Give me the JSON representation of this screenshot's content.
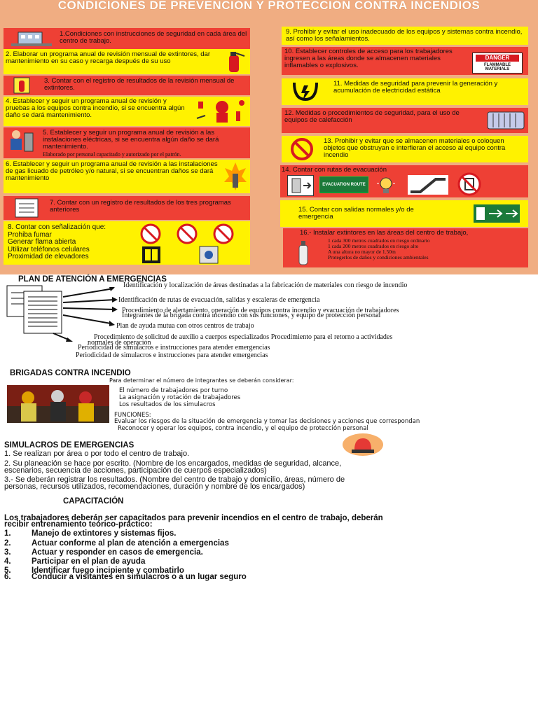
{
  "poster": {
    "title": "CONDICIONES DE PREVENCIÓN Y PROTECCIÓN CONTRA INCENDIOS",
    "left": [
      {
        "text": "1.Condiciones con instrucciones de seguridad en cada área del centro de trabajo."
      },
      {
        "text": "2. Elaborar un programa anual de revisión mensual de extintores, dar mantenimiento en su caso y recarga después de su uso"
      },
      {
        "text": "3. Contar con el registro de resultados de la revisión mensual de extintores."
      },
      {
        "text": "4. Establecer y seguir un programa anual de revisión y pruebas a los equipos contra incendio, si se encuentra algún daño se dará mantenimiento."
      },
      {
        "text": "5. Establecer y seguir un programa anual de revisión a las instalaciones eléctricas, si se encuentra algún daño se dará mantenimiento.",
        "note": "Elaborado por personal capacitado y autorizado por el patrón."
      },
      {
        "text": "6. Establecer y seguir un programa anual de revisión a las instalaciones de gas licuado de petróleo y/o natural, si se encuentran daños se dará mantenimiento"
      },
      {
        "text": "7. Contar con un registro de resultados de los tres programas anteriores"
      },
      {
        "lines": [
          "8. Contar con señalización que:",
          "Prohiba fumar",
          "Generar flama abierta",
          "Utilizar teléfonos celulares",
          "Proximidad de elevadores"
        ]
      }
    ],
    "right": [
      {
        "text": "9. Prohibir y evitar el uso inadecuado de los equipos y sistemas contra incendio, así como los señalamientos."
      },
      {
        "text": "10. Establecer controles de acceso para los trabajadores ingresen a las áreas donde se almacenen materiales inflamables o explosivos.",
        "sign_top": "DANGER",
        "sign_bottom": "FLAMMABLE MATERIALS"
      },
      {
        "text": "11. Medidas de seguridad para prevenir la generación y acumulación de electricidad estática"
      },
      {
        "text": "12. Medidas o procedimientos de seguridad, para el uso de equipos de calefacción"
      },
      {
        "text": "13. Prohibir y evitar que se almacenen materiales o coloquen objetos que obstruyan e interfieran el acceso al equipo contra incendio"
      },
      {
        "text": "14. Contar con rutas de evacuación",
        "sign_label": "EVACUATION ROUTE"
      },
      {
        "text": "15. Contar con salidas normales y/o de emergencia"
      },
      {
        "text": "16.- Instalar extintores en las áreas del centro de trabajo,",
        "lines": [
          "1 cada 300 metros cuadrados en riesgo ordinario",
          "1 cada 200 metros cuadrados en riesgo alto",
          "A una altura no mayor de 1.50m",
          "Protegerlos de daños y condiciones ambientales"
        ]
      }
    ]
  },
  "plan": {
    "title": "PLAN DE ATENCIÓN A EMERGENCIAS",
    "items": [
      "Identificación y localización de áreas destinadas a la fabricación de materiales con riesgo de incendio",
      "Identificación de rutas de evacuación, salidas y escaleras de emergencia",
      "Procedimiento de alertamiento, operación de equipos contra incendio y evacuación de trabajadores",
      "Integrantes de la brigada contra incendio con sus funciones, y equipo de protección personal",
      "Plan de ayuda mutua con otros centros de trabajo",
      "Procedimiento de solicitud de auxilio a cuerpos especializados Procedimiento para el retorno a actividades",
      "normales de operación",
      "Periodicidad de simulacros e instrucciones para atender emergencias",
      "Periodicidad de simulacros e instrucciones para atender emergencias"
    ]
  },
  "brigadas": {
    "title": "BRIGADAS CONTRA INCENDIO",
    "intro": "Para determinar el número de integrantes se deberán considerar:",
    "considerations": [
      "El número de trabajadores por turno",
      "La asignación y rotación de trabajadores",
      "Los resultados de los simulacros"
    ],
    "functions_label": "FUNCIONES:",
    "functions": [
      "Evaluar los riesgos de la situación de emergencia y tomar las decisiones y acciones que correspondan",
      "Reconocer y operar los equipos, contra incendio, y el equipo de protección personal"
    ]
  },
  "simulacros": {
    "title": "SIMULACROS DE EMERGENCIAS",
    "lines": [
      "1. Se realizan por área o por todo el centro de trabajo.",
      "2. Su planeación se hace por escrito. (Nombre de los encargados, medidas de seguridad, alcance,",
      "escenarios, secuencia de acciones, participación de cuerpos especializados)",
      "3.- Se deberán registrar los resultados. (Nombre del centro de trabajo y domicilio, áreas, número de",
      "personas, recursos utilizados, recomendaciones, duración y nombre de los encargados)"
    ]
  },
  "capacitacion": {
    "title": "CAPACITACIÓN",
    "intro": [
      "Los trabajadores deberán ser capacitados para prevenir incendios en el centro de trabajo, deberán",
      "recibir entrenamiento teórico-práctico:"
    ],
    "items": [
      {
        "num": "1.",
        "text": "Manejo de extintores y sistemas fijos."
      },
      {
        "num": "2.",
        "text": "Actuar conforme al plan de atención a emergencias"
      },
      {
        "num": "3.",
        "text": "Actuar y responder en casos de emergencia."
      },
      {
        "num": "4.",
        "text": "Participar en el plan de ayuda"
      },
      {
        "num": "5.",
        "text": "Identificar fuego incipiente y combatirlo"
      },
      {
        "num": "6.",
        "text": "Conducir a visitantes en simulacros o a un lugar seguro"
      }
    ]
  },
  "colors": {
    "poster_bg": "#f0ad82",
    "red_box": "#ee4035",
    "yellow_box": "#fff200"
  }
}
